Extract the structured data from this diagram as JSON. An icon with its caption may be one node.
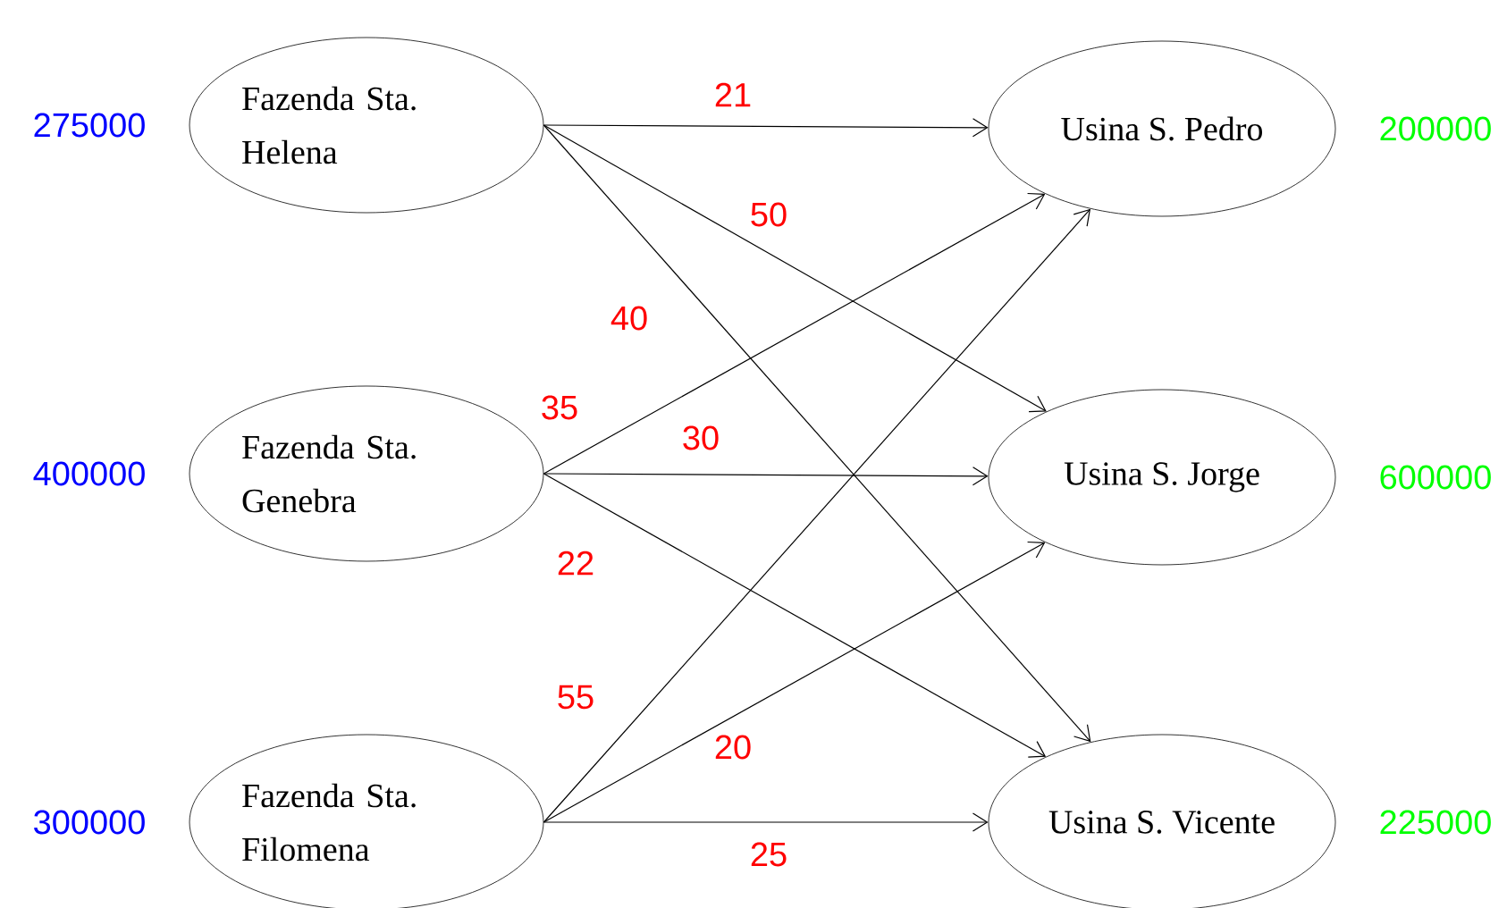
{
  "diagram": {
    "nodes": [
      {
        "text": [
          "Fazenda Sta. Helena"
        ],
        "beside": [
          "275000"
        ]
      },
      {
        "text": [
          "Fazenda Sta. Genebra"
        ],
        "beside": [
          "400000"
        ]
      },
      {
        "text": [
          "Fazenda Sta. Filomena"
        ],
        "beside": [
          "300000"
        ]
      },
      {
        "text": [
          "Usina S. Pedro"
        ],
        "beside": [
          "200000"
        ]
      },
      {
        "text": [
          "Usina S. Jorge"
        ],
        "beside": [
          "600000"
        ]
      },
      {
        "text": [
          "Usina S. Vicente"
        ],
        "beside": [
          "225000"
        ]
      }
    ],
    "edges": [
      {
        "from": 0,
        "to": 3,
        "arrow": "to",
        "label": "21"
      },
      {
        "from": 0,
        "to": 4,
        "arrow": "to",
        "label": "50"
      },
      {
        "from": 0,
        "to": 5,
        "arrow": "to",
        "label": "40"
      },
      {
        "from": 1,
        "to": 3,
        "arrow": "to",
        "label": "35"
      },
      {
        "from": 1,
        "to": 4,
        "arrow": "to",
        "label": "30"
      },
      {
        "from": 1,
        "to": 5,
        "arrow": "to",
        "label": "22"
      },
      {
        "from": 2,
        "to": 3,
        "arrow": "to",
        "label": "55"
      },
      {
        "from": 2,
        "to": 4,
        "arrow": "to",
        "label": "20"
      },
      {
        "from": 2,
        "to": 5,
        "arrow": "to",
        "label": "25"
      }
    ]
  }
}
